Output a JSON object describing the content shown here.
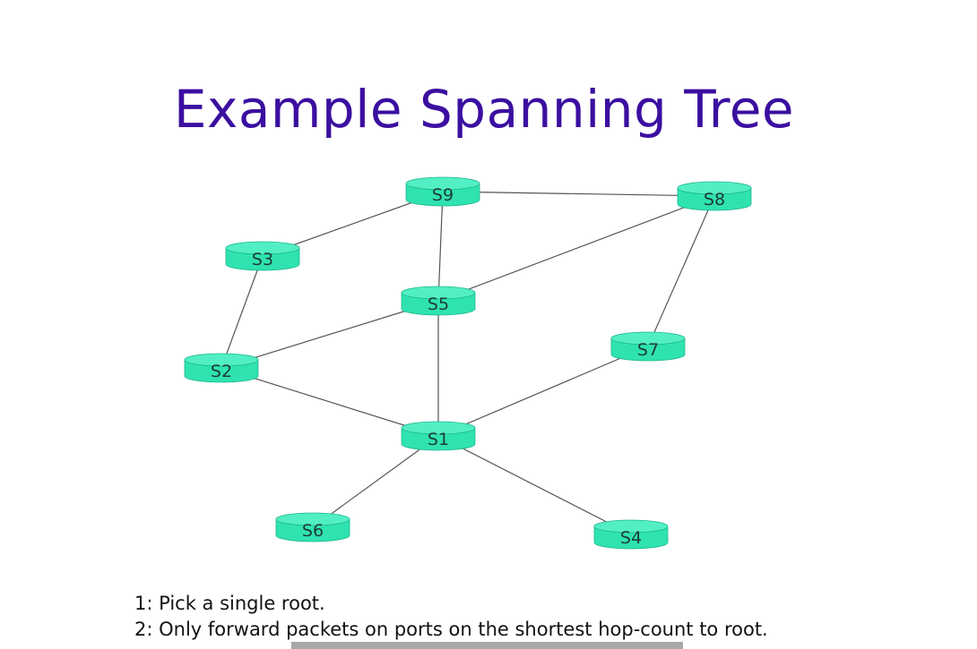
{
  "title": "Example Spanning Tree",
  "diagram": {
    "nodes": {
      "s9": "S9",
      "s8": "S8",
      "s3": "S3",
      "s5": "S5",
      "s7": "S7",
      "s2": "S2",
      "s1": "S1",
      "s6": "S6",
      "s4": "S4"
    },
    "edges": [
      [
        "S9",
        "S8"
      ],
      [
        "S9",
        "S3"
      ],
      [
        "S9",
        "S5"
      ],
      [
        "S8",
        "S5"
      ],
      [
        "S8",
        "S7"
      ],
      [
        "S3",
        "S2"
      ],
      [
        "S2",
        "S5"
      ],
      [
        "S2",
        "S1"
      ],
      [
        "S5",
        "S1"
      ],
      [
        "S7",
        "S1"
      ],
      [
        "S1",
        "S6"
      ],
      [
        "S1",
        "S4"
      ]
    ],
    "node_color": "#2fe3b0"
  },
  "notes": [
    "1: Pick a single root.",
    "2: Only forward packets on ports on the shortest hop-count to root."
  ]
}
